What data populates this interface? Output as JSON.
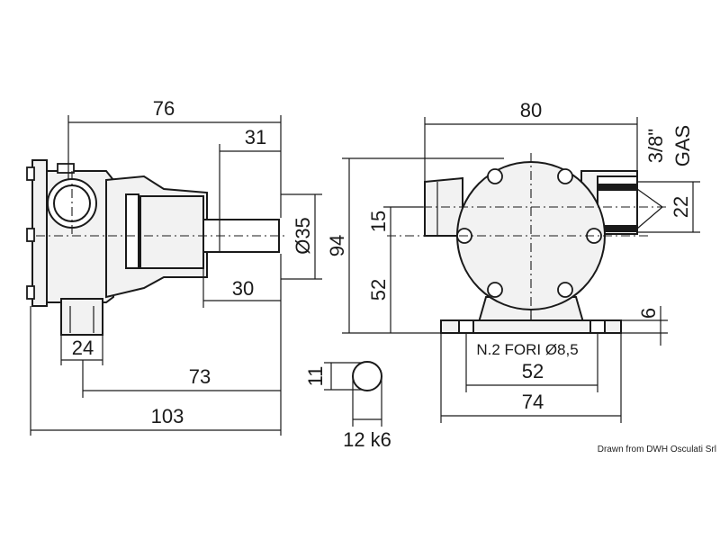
{
  "diagram": {
    "dimensions": {
      "overall_width_top": "76",
      "shaft_length_top": "31",
      "shaft_diameter": "Ø35",
      "shaft_length_bottom": "30",
      "port_width": "24",
      "length_73": "73",
      "overall_length": "103",
      "pump_width": "80",
      "thread_size": "3/8\"",
      "thread_type": "GAS",
      "port_height": "22",
      "height_total": "94",
      "height_15": "15",
      "height_52": "52",
      "foot_thickness": "6",
      "holes_label": "N.2 FORI Ø8,5",
      "hole_spacing": "52",
      "base_width": "74",
      "key_height": "11",
      "shaft_tolerance": "12 k6"
    },
    "credit": "Drawn from DWH Osculati Srl"
  }
}
